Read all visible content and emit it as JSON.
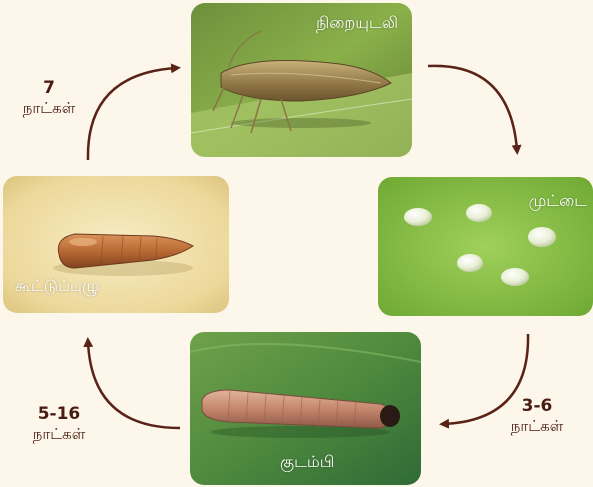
{
  "stages": {
    "adult": {
      "label": "நிறையுடலி",
      "image": "adult-moth-on-leaf"
    },
    "egg": {
      "label": "முட்டை",
      "image": "eggs-on-leaf"
    },
    "larva": {
      "label": "குடம்பி",
      "image": "larva-on-leaf"
    },
    "pupa": {
      "label": "கூட்டுப்புழு",
      "image": "pupa-on-surface"
    }
  },
  "durations": {
    "pupa_to_adult": {
      "value": "7",
      "unit": "நாட்கள்"
    },
    "egg_to_larva": {
      "value": "3-6",
      "unit": "நாட்கள்"
    },
    "larva_to_pupa": {
      "value": "5-16",
      "unit": "நாட்கள்"
    }
  },
  "colors": {
    "background": "#fdf6ea",
    "arrow": "#5a2318",
    "duration_text": "#4a1d12",
    "label_text": "#ffffff"
  }
}
